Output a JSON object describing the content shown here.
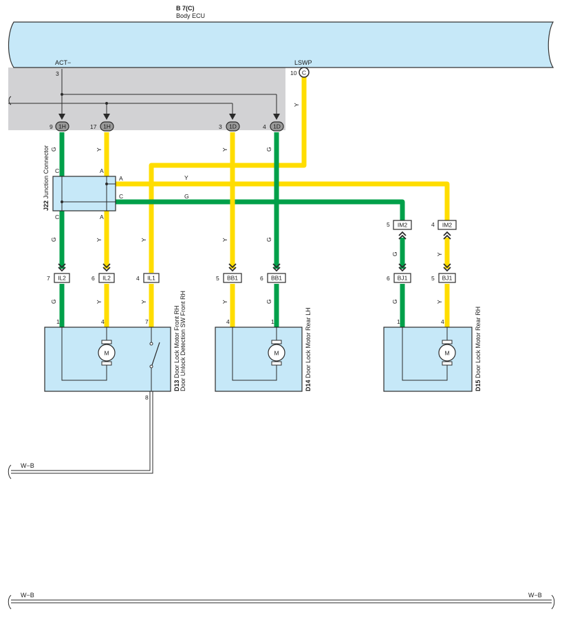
{
  "ecu": {
    "code": "B 7(C)",
    "name": "Body ECU",
    "pin_act": "ACT−",
    "pin_lswp": "LSWP",
    "pin_act_no": "3",
    "pin_lswp_no": "10",
    "pin_lswp_conn": "C"
  },
  "wire_colors": {
    "G": "#00a04a",
    "Y": "#ffdd00",
    "WB": "#888888",
    "thin": "#2a2a2a",
    "bus_fill": "#c6e8f8",
    "shade": "#d2d2d4"
  },
  "letters": {
    "G": "G",
    "Y": "Y",
    "A": "A",
    "C": "C"
  },
  "gray_connectors": [
    {
      "pin": "9",
      "name": "1H"
    },
    {
      "pin": "17",
      "name": "1H"
    },
    {
      "pin": "3",
      "name": "1D"
    },
    {
      "pin": "4",
      "name": "1D"
    }
  ],
  "junction": {
    "code": "J22",
    "name": "Junction Connector"
  },
  "box_connectors": [
    {
      "pin": "7",
      "name": "IL2"
    },
    {
      "pin": "6",
      "name": "IL2"
    },
    {
      "pin": "4",
      "name": "IL1"
    },
    {
      "pin": "5",
      "name": "BB1"
    },
    {
      "pin": "6",
      "name": "BB1"
    },
    {
      "pin": "6",
      "name": "BJ1"
    },
    {
      "pin": "5",
      "name": "BJ1"
    },
    {
      "pin": "5",
      "name": "IM2"
    },
    {
      "pin": "4",
      "name": "IM2"
    }
  ],
  "components": [
    {
      "code": "D13",
      "line1": "Door Lock Motor Front RH",
      "line2": "Door Unlock Detection SW Front RH",
      "pins": [
        "1",
        "4",
        "7",
        "8"
      ]
    },
    {
      "code": "D14",
      "line1": "Door Lock Motor Rear LH",
      "line2": "",
      "pins": [
        "4",
        "1"
      ]
    },
    {
      "code": "D15",
      "line1": "Door Lock Motor Rear RH",
      "line2": "",
      "pins": [
        "1",
        "4"
      ]
    }
  ],
  "motor_symbol": "M",
  "ground_wire": {
    "left_label": "W−B",
    "bottom_left_label": "W−B",
    "bottom_right_label": "W−B"
  }
}
